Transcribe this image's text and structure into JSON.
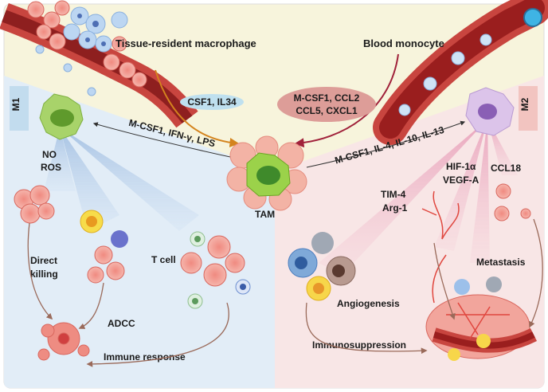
{
  "sources": {
    "tissue_resident": "Tissue-resident macrophage",
    "blood_monocyte": "Blood monocyte"
  },
  "recruitment_factors": {
    "tissue": "CSF1,  IL34",
    "blood_line1": "M-CSF1,  CCL2",
    "blood_line2": "CCL5,  CXCL1"
  },
  "center": {
    "label": "TAM"
  },
  "m1": {
    "badge": "M1",
    "polarizers": "M-CSF1, IFN-γ, LPS",
    "mediator1": "NO",
    "mediator2": "ROS",
    "direct_killing_1": "Direct",
    "direct_killing_2": "killing",
    "adcc": "ADCC",
    "t_cell": "T cell",
    "immune_response": "Immune response"
  },
  "m2": {
    "badge": "M2",
    "polarizers": "M-CSF1, IL-4, IL-10, IL-13",
    "tim4": "TIM-4",
    "arg1": "Arg-1",
    "hif": "HIF-1α",
    "vegf": "VEGF-A",
    "ccl18": "CCL18",
    "metastasis": "Metastasis",
    "angiogenesis": "Angiogenesis",
    "immunosuppression": "Immunosuppression"
  },
  "colors": {
    "top_bg": "#f7f4dc",
    "m1_bg": "#e2edf7",
    "m2_bg": "#f8e6e6",
    "vessel": "#c8453f",
    "arrow_orange": "#d4841e",
    "arrow_crimson": "#a0213a",
    "tam_green": "#8cc63f"
  }
}
